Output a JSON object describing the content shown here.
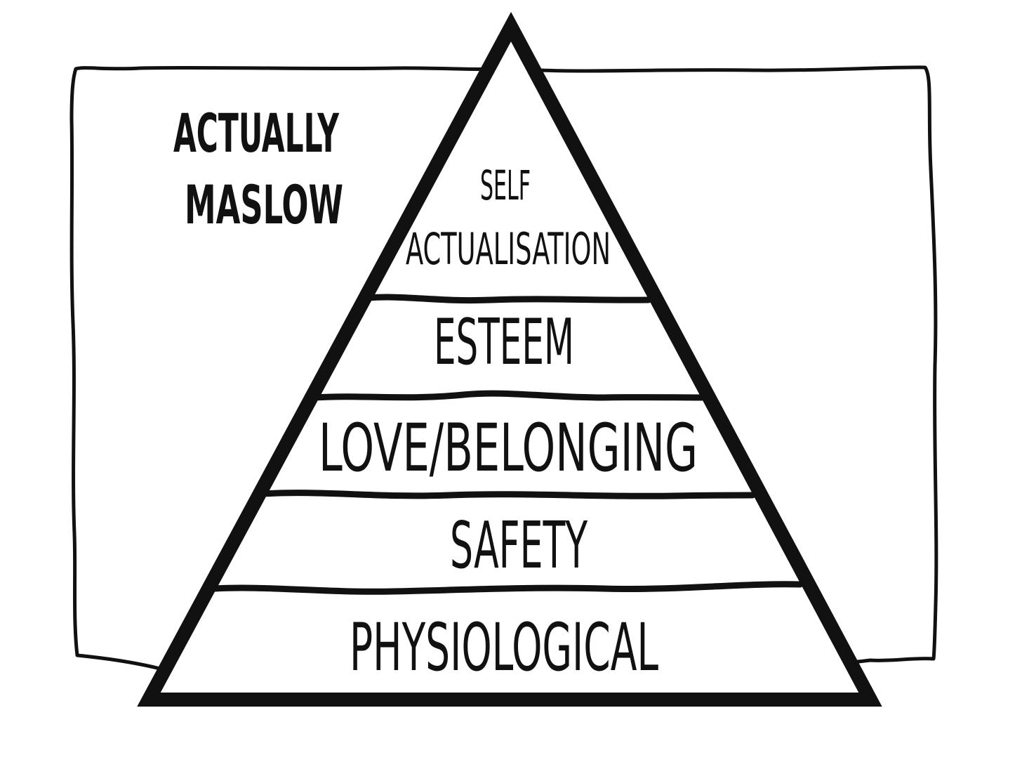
{
  "title": {
    "line1": "ACTUALLY",
    "line2": "MASLOW"
  },
  "pyramid": {
    "levels": [
      {
        "id": "self-actualisation",
        "lines": [
          "SELF",
          "ACTUALISATION"
        ]
      },
      {
        "id": "esteem",
        "lines": [
          "ESTEEM"
        ]
      },
      {
        "id": "love-belonging",
        "lines": [
          "LOVE/BELONGING"
        ]
      },
      {
        "id": "safety",
        "lines": [
          "SAFETY"
        ]
      },
      {
        "id": "physiological",
        "lines": [
          "PHYSIOLOGICAL"
        ]
      }
    ]
  },
  "colors": {
    "ink": "#111111",
    "paper": "#ffffff"
  }
}
